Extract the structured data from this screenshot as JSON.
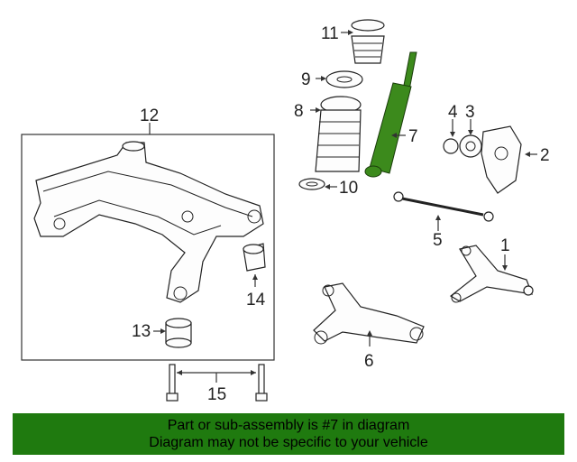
{
  "callouts": {
    "c1": "1",
    "c2": "2",
    "c3": "3",
    "c4": "4",
    "c5": "5",
    "c6": "6",
    "c7": "7",
    "c8": "8",
    "c9": "9",
    "c10": "10",
    "c11": "11",
    "c12": "12",
    "c13": "13",
    "c14": "14",
    "c15": "15"
  },
  "highlight_color": "#3c8a1c",
  "banner": {
    "line1": "Part or sub-assembly is #7 in diagram",
    "line2": "Diagram may not be specific to your vehicle",
    "background": "#1f7a0f"
  }
}
